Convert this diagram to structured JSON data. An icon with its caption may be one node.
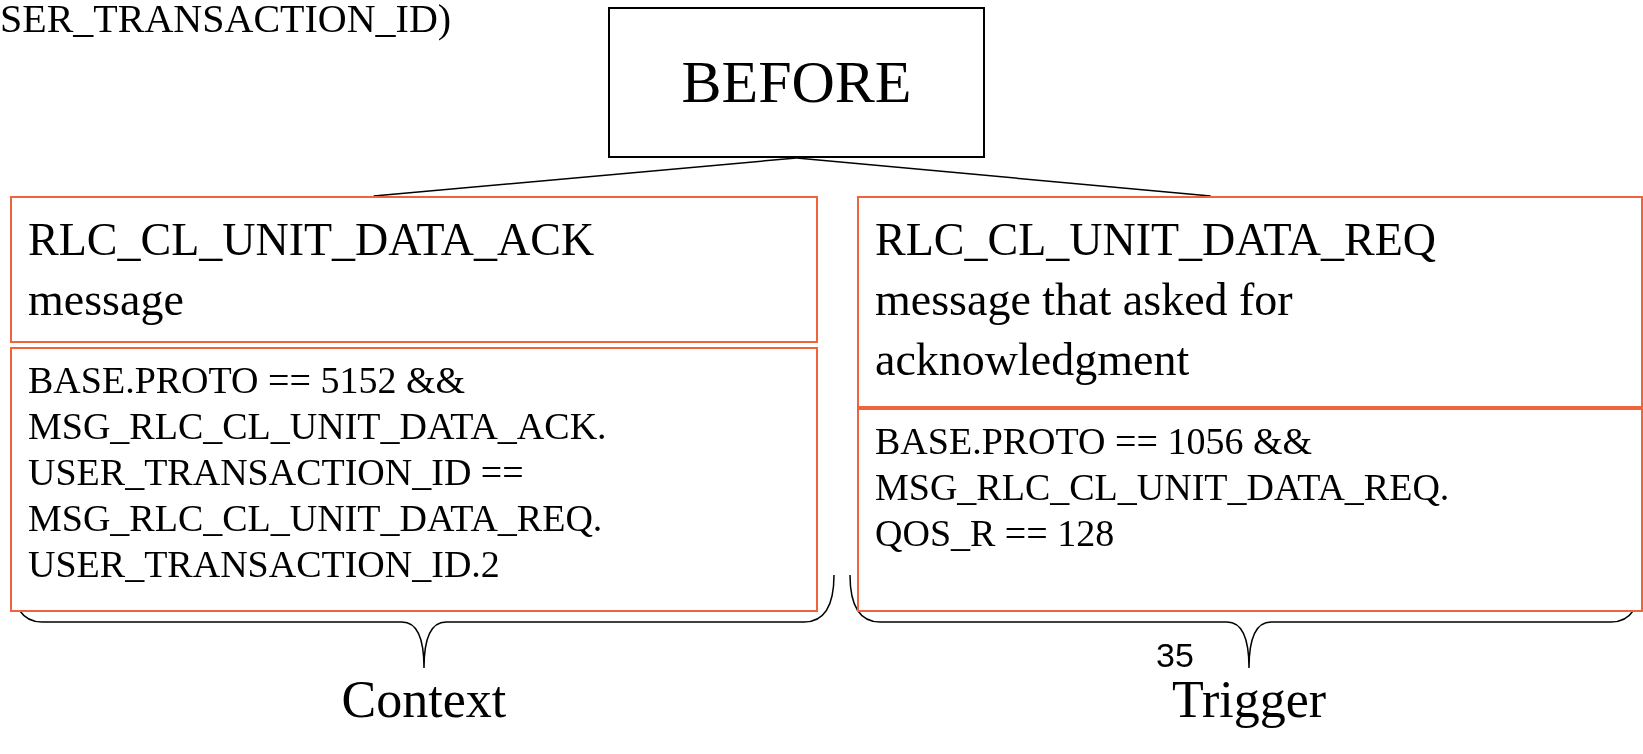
{
  "diagram": {
    "nodes": [
      {
        "text": [
          "BEFORE"
        ]
      },
      {
        "text": [
          "RLC_CL_UNIT_DATA_ACK message"
        ]
      },
      {
        "text": [
          "BASE.PROTO == 5152 && MSG_RLC_CL_UNIT_DATA_ACK. USER_TRANSACTION_ID == MSG_RLC_CL_UNIT_DATA_REQ. USER_TRANSACTION_ID.2"
        ]
      },
      {
        "text": [
          "RLC_CL_UNIT_DATA_REQ message that asked for acknowledgment"
        ]
      },
      {
        "text": [
          "BASE.PROTO == 1056 && MSG_RLC_CL_UNIT_DATA_REQ. QOS_R == 128"
        ]
      }
    ],
    "edges": [
      {
        "from": 0,
        "to": 1,
        "arrow": "none"
      },
      {
        "from": 0,
        "to": 3,
        "arrow": "none"
      }
    ],
    "labels": [
      "SER_TRANSACTION_ID)",
      "Context",
      "35",
      "Trigger"
    ]
  }
}
